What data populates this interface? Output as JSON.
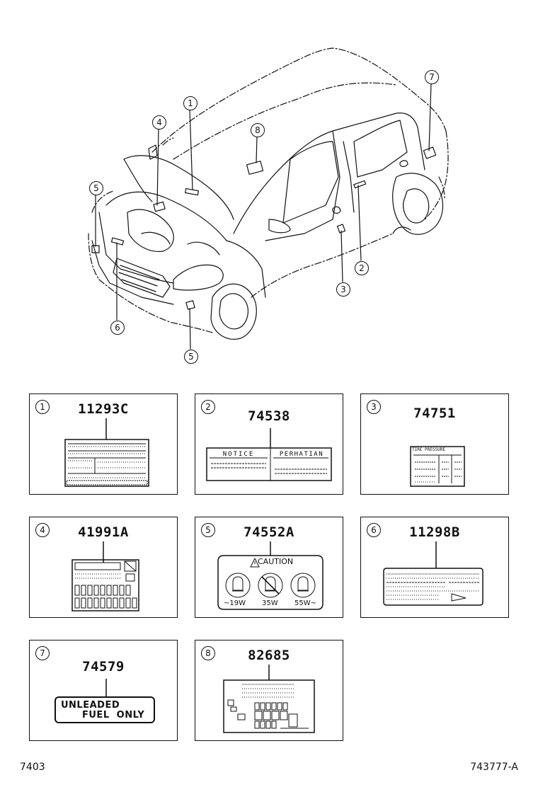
{
  "callouts": [
    {
      "num": "1",
      "code": "11293C"
    },
    {
      "num": "2",
      "code": "74538"
    },
    {
      "num": "3",
      "code": "74751"
    },
    {
      "num": "4",
      "code": "41991A"
    },
    {
      "num": "5",
      "code": "74552A"
    },
    {
      "num": "6",
      "code": "11298B"
    },
    {
      "num": "7",
      "code": "74579"
    },
    {
      "num": "8",
      "code": "82685"
    }
  ],
  "labels": {
    "notice": "NOTICE",
    "perhatian": "PERHATIAN",
    "tire_pressure": "TIRE PRESSURE",
    "caution": "CAUTION",
    "bulb_left": "~19W",
    "bulb_mid": "35W",
    "bulb_right": "55W~",
    "unleaded_line1": "UNLEADED",
    "unleaded_line2": "FUEL  ONLY"
  },
  "footer": {
    "left": "7403",
    "right": "743777-A"
  }
}
